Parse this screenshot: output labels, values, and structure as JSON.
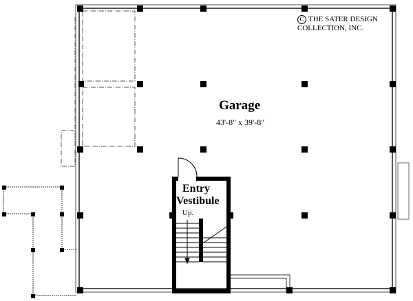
{
  "copyright": {
    "symbol": "C",
    "line1": "THE SATER DESIGN",
    "line2": "COLLECTION, INC."
  },
  "rooms": [
    {
      "name": "Garage",
      "dimensions": "43'-8\" x 39'-8\""
    },
    {
      "name_line1": "Entry",
      "name_line2": "Vestibule"
    }
  ],
  "stair": {
    "direction_label": "Up."
  },
  "colors": {
    "line": "#000000",
    "wall_gray": "#6e6e6e",
    "background": "#ffffff"
  }
}
